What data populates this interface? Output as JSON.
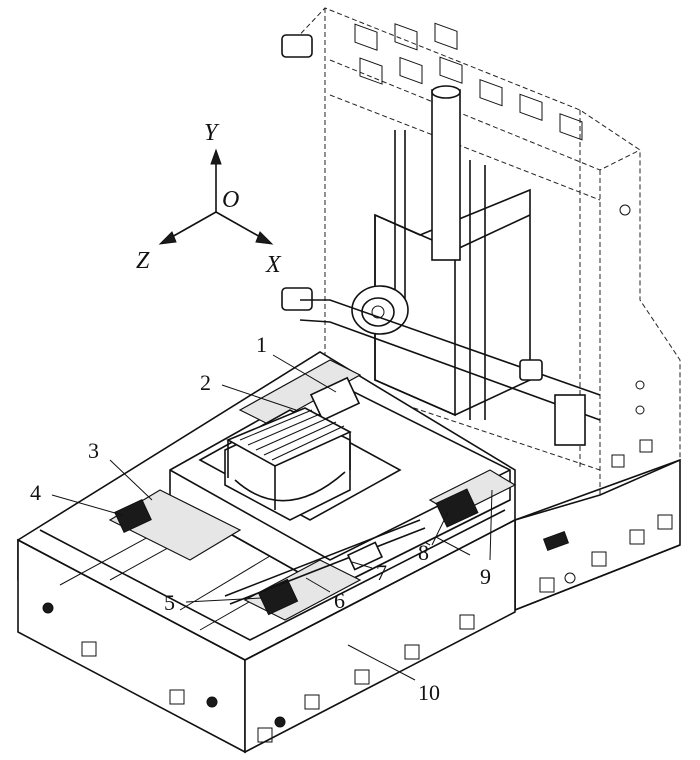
{
  "axes": {
    "y": "Y",
    "origin": "O",
    "z": "Z",
    "x": "X"
  },
  "callouts": [
    {
      "id": "1",
      "text": "1"
    },
    {
      "id": "2",
      "text": "2"
    },
    {
      "id": "3",
      "text": "3"
    },
    {
      "id": "4",
      "text": "4"
    },
    {
      "id": "5",
      "text": "5"
    },
    {
      "id": "6",
      "text": "6"
    },
    {
      "id": "7",
      "text": "7"
    },
    {
      "id": "8",
      "text": "8"
    },
    {
      "id": "9",
      "text": "9"
    },
    {
      "id": "10",
      "text": "10"
    }
  ]
}
